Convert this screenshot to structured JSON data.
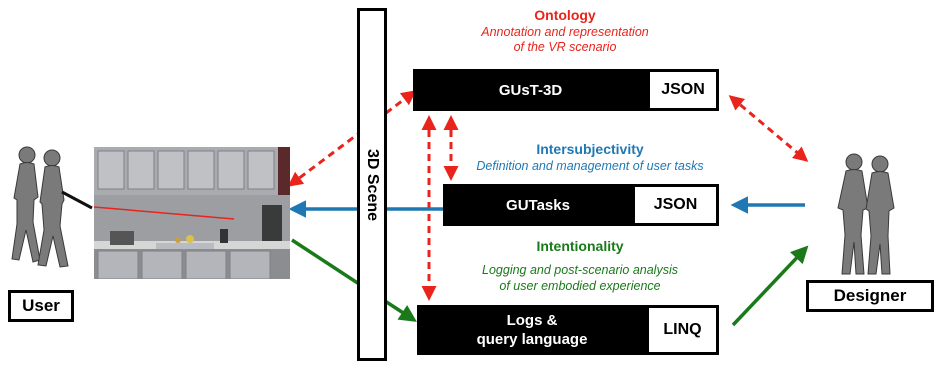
{
  "scene": {
    "label": "3D Scene"
  },
  "user": {
    "label": "User"
  },
  "designer": {
    "label": "Designer"
  },
  "ontology": {
    "heading": "Ontology",
    "desc_line1": "Annotation and representation",
    "desc_line2": "of the VR scenario",
    "box_label": "GUsT-3D",
    "format": "JSON",
    "color": "#e8241c"
  },
  "intersubjectivity": {
    "heading": "Intersubjectivity",
    "desc": "Definition and management of user tasks",
    "box_label": "GUTasks",
    "format": "JSON",
    "color": "#1f78b4"
  },
  "intentionality": {
    "heading": "Intentionality",
    "desc_line1": "Logging and post-scenario analysis",
    "desc_line2": "of user embodied experience",
    "box_line1": "Logs &",
    "box_line2": "query language",
    "format": "LINQ",
    "color": "#1a7a1a"
  },
  "icons": [
    "walking-people-icon",
    "standing-people-icon",
    "vr-kitchen-scene-image"
  ]
}
